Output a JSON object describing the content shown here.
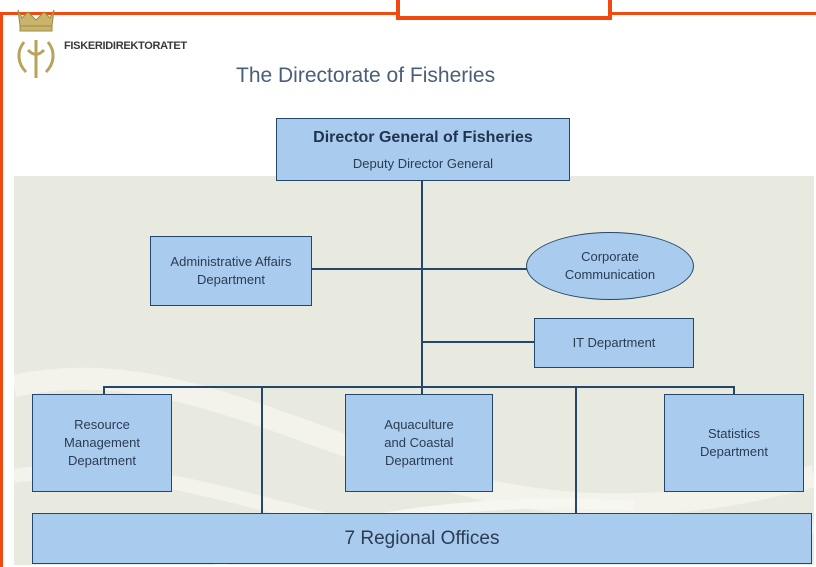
{
  "header": {
    "brand_text": "FISKERIDIREKTORATET",
    "title": "The Directorate of Fisheries"
  },
  "org": {
    "director_general": "Director General of Fisheries",
    "deputy": "Deputy Director General",
    "admin_affairs": [
      "Administrative Affairs",
      "Department"
    ],
    "corporate_comm": [
      "Corporate",
      "Communication"
    ],
    "it_department": "IT Department",
    "resource_mgmt": [
      "Resource",
      "Management",
      "Department"
    ],
    "aquaculture": [
      "Aquaculture",
      "and Coastal",
      "Department"
    ],
    "statistics": [
      "Statistics",
      "Department"
    ],
    "regional_offices": "7 Regional Offices"
  },
  "colors": {
    "box_fill": "#a9cbee",
    "box_border": "#24476b",
    "frame": "#f04a10",
    "panel_bg": "#e9eadf"
  }
}
